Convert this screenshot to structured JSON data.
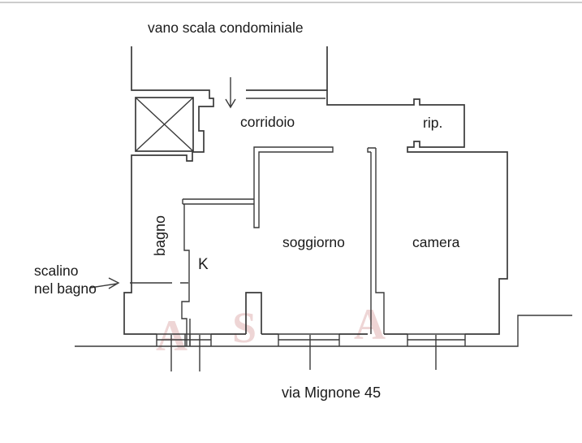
{
  "plan": {
    "top_label": "vano scala condominiale",
    "address_label": "via Mignone 45",
    "rooms": {
      "corridor": "corridoio",
      "storage": "rip.",
      "bathroom": "bagno",
      "kitchen": "K",
      "living_room": "soggiorno",
      "bedroom": "camera"
    },
    "note": {
      "line1": "scalino",
      "line2": "nel bagno"
    },
    "watermark_letters": [
      "A",
      "S",
      "A"
    ],
    "colors": {
      "wall_line": "#3a3a3a",
      "text": "#1a1a1a",
      "watermark": "#cd8787",
      "top_border": "#cccccc",
      "background": "#ffffff"
    }
  }
}
